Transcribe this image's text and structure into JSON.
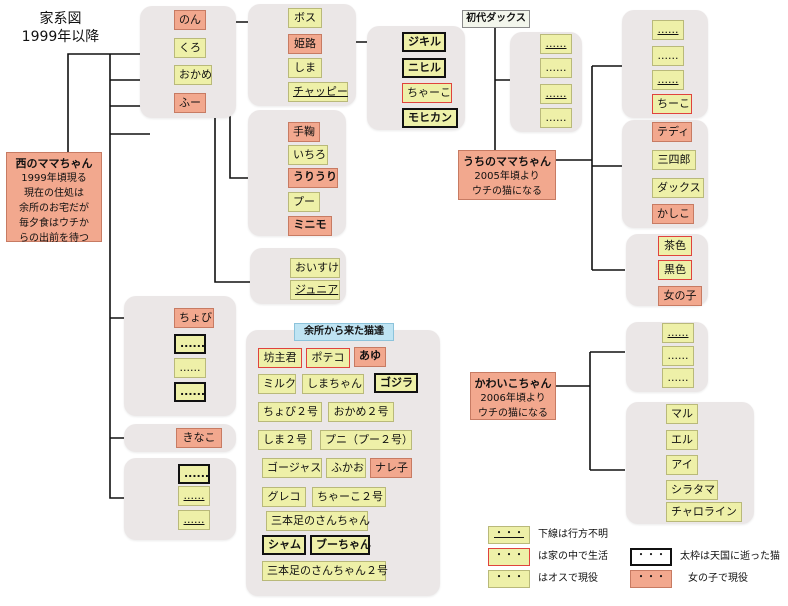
{
  "title": {
    "line1": "家系図",
    "line2": "1999年以降"
  },
  "notes": {
    "nishi": {
      "title": "西のママちゃん",
      "lines": [
        "1999年頃現る",
        "現在の住処は",
        "余所のお宅だが",
        "毎夕食はウチか",
        "らの出前を待つ"
      ]
    },
    "uchi": {
      "title": "うちのママちゃん",
      "lines": [
        "2005年頃より",
        "ウチの猫になる"
      ]
    },
    "kawaiko": {
      "title": "かわいこちゃん",
      "lines": [
        "2006年頃より",
        "ウチの猫になる"
      ]
    }
  },
  "headers": {
    "shodai": "初代ダックス",
    "yoso": "余所から来た猫達"
  },
  "cats": {
    "non": "のん",
    "kuro": "くろ",
    "okame": "おかめ",
    "fuu": "ふー",
    "bosu": "ボス",
    "himeji": "姫路",
    "shima": "しま",
    "chappy": "チャッピー",
    "jikiru": "ジキル",
    "nihiru": "ニヒル",
    "chako": "ちゃーこ",
    "mohikan": "モヒカン",
    "teman": "手鞠",
    "ichiro": "いちろ",
    "uriuri": "うりうり",
    "puu": "プー",
    "minimo": "ミニモ",
    "oisuke": "おいすけ",
    "junia": "ジュニア",
    "chobi": "ちょび",
    "kinako": "きなこ",
    "tedi": "テディ",
    "sanshiro": "三四郎",
    "dakkusu": "ダックス",
    "kashiko": "かしこ",
    "chairo": "茶色",
    "kuroiro": "黒色",
    "onnanoko": "女の子",
    "chiko": "ちーこ",
    "maru": "マル",
    "eru": "エル",
    "ai": "アイ",
    "shiratama": "シラタマ",
    "charorain": "チャロライン",
    "dots": "......"
  },
  "yoso": {
    "bozu": "坊主君",
    "poteko": "ポテコ",
    "ayu": "あゆ",
    "miruku": "ミルク",
    "shimachan": "しまちゃん",
    "gojira": "ゴジラ",
    "chobi2": "ちょび２号",
    "okame2": "おかめ２号",
    "shima2": "しま２号",
    "puni": "プニ（プー２号）",
    "gojasu": "ゴージャス",
    "fukao": "ふかお",
    "nareko": "ナレ子",
    "gureko": "グレコ",
    "chako2": "ちゃーこ２号",
    "sanbon": "三本足のさんちゃん",
    "shamu": "シャム",
    "buchan": "ブーちゃん",
    "sanbon2": "三本足のさんちゃん２号"
  },
  "legend": {
    "swatch": "・・・",
    "items": [
      {
        "text": "下線は行方不明"
      },
      {
        "text": "は家の中で生活"
      },
      {
        "text": "はオスで現役"
      },
      {
        "text": "太枠は天国に逝った猫"
      },
      {
        "text": "女の子で現役"
      }
    ]
  }
}
